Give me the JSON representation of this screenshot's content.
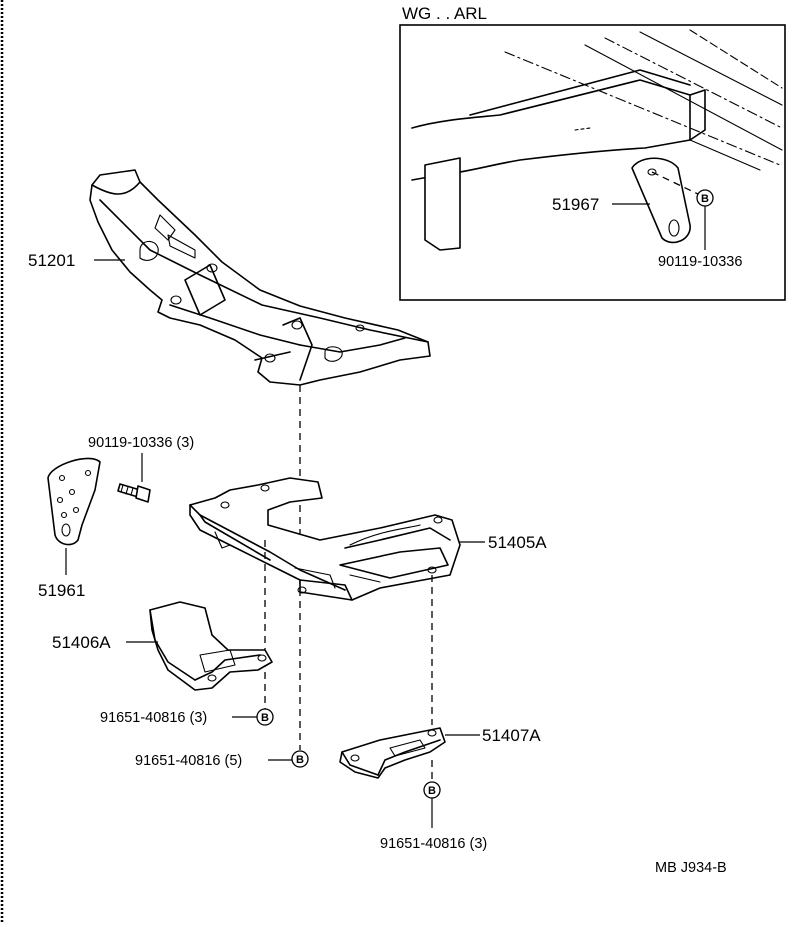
{
  "inset": {
    "title": "WG . . ARL",
    "part_label": "51967",
    "bolt_label": "90119-10336",
    "marker": "B"
  },
  "parts": {
    "crossmember": "51201",
    "bolt": "90119-10336 (3)",
    "plate": "51961",
    "under_cover_main": "51405A",
    "under_cover_front": "51406A",
    "under_cover_rear": "51407A"
  },
  "fasteners": {
    "front_clip": "91651-40816 (3)",
    "center_clip": "91651-40816 (5)",
    "rear_clip": "91651-40816 (3)"
  },
  "marker": "B",
  "footer": {
    "ref": "MB  J934-B"
  }
}
